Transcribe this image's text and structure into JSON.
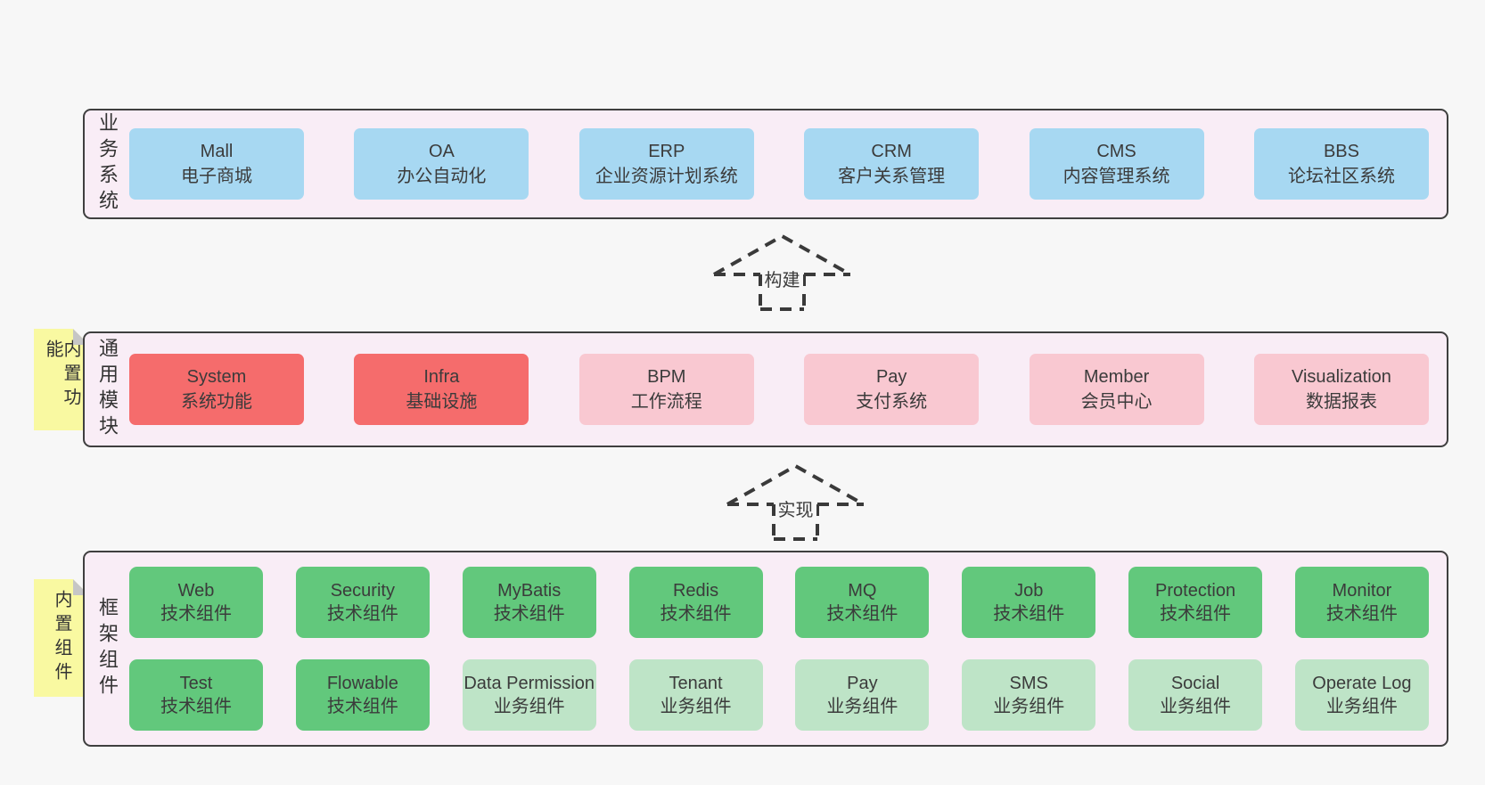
{
  "colors": {
    "page_bg": "#f7f7f7",
    "container_bg": "#f9edf6",
    "container_border": "#3f3f3f",
    "blue_box": "#a7d8f2",
    "red_box": "#f56c6c",
    "pink_box": "#f9c8d1",
    "green_box": "#62c87c",
    "light_green_box": "#bee4c7",
    "note_yellow": "#f9f9a1",
    "note_fold_gray": "#c6c6c6",
    "text": "#3b3b3b",
    "arrow_stroke": "#3a3a3a"
  },
  "arrows": {
    "build": "构建",
    "implement": "实现"
  },
  "layers": {
    "business": {
      "label": "业务系统",
      "boxes": [
        {
          "name": "Mall",
          "desc": "电子商城"
        },
        {
          "name": "OA",
          "desc": "办公自动化"
        },
        {
          "name": "ERP",
          "desc": "企业资源计划系统"
        },
        {
          "name": "CRM",
          "desc": "客户关系管理"
        },
        {
          "name": "CMS",
          "desc": "内容管理系统"
        },
        {
          "name": "BBS",
          "desc": "论坛社区系统"
        }
      ]
    },
    "modules": {
      "label": "通用模块",
      "note": "内置功能",
      "boxes": [
        {
          "name": "System",
          "desc": "系统功能"
        },
        {
          "name": "Infra",
          "desc": "基础设施"
        },
        {
          "name": "BPM",
          "desc": "工作流程"
        },
        {
          "name": "Pay",
          "desc": "支付系统"
        },
        {
          "name": "Member",
          "desc": "会员中心"
        },
        {
          "name": "Visualization",
          "desc": "数据报表"
        }
      ]
    },
    "framework": {
      "label": "框架组件",
      "note": "内置组件",
      "row1": [
        {
          "name": "Web",
          "desc": "技术组件"
        },
        {
          "name": "Security",
          "desc": "技术组件"
        },
        {
          "name": "MyBatis",
          "desc": "技术组件"
        },
        {
          "name": "Redis",
          "desc": "技术组件"
        },
        {
          "name": "MQ",
          "desc": "技术组件"
        },
        {
          "name": "Job",
          "desc": "技术组件"
        },
        {
          "name": "Protection",
          "desc": "技术组件"
        },
        {
          "name": "Monitor",
          "desc": "技术组件"
        }
      ],
      "row2": [
        {
          "name": "Test",
          "desc": "技术组件"
        },
        {
          "name": "Flowable",
          "desc": "技术组件"
        },
        {
          "name": "Data Permission",
          "desc": "业务组件"
        },
        {
          "name": "Tenant",
          "desc": "业务组件"
        },
        {
          "name": "Pay",
          "desc": "业务组件"
        },
        {
          "name": "SMS",
          "desc": "业务组件"
        },
        {
          "name": "Social",
          "desc": "业务组件"
        },
        {
          "name": "Operate Log",
          "desc": "业务组件"
        }
      ]
    }
  }
}
